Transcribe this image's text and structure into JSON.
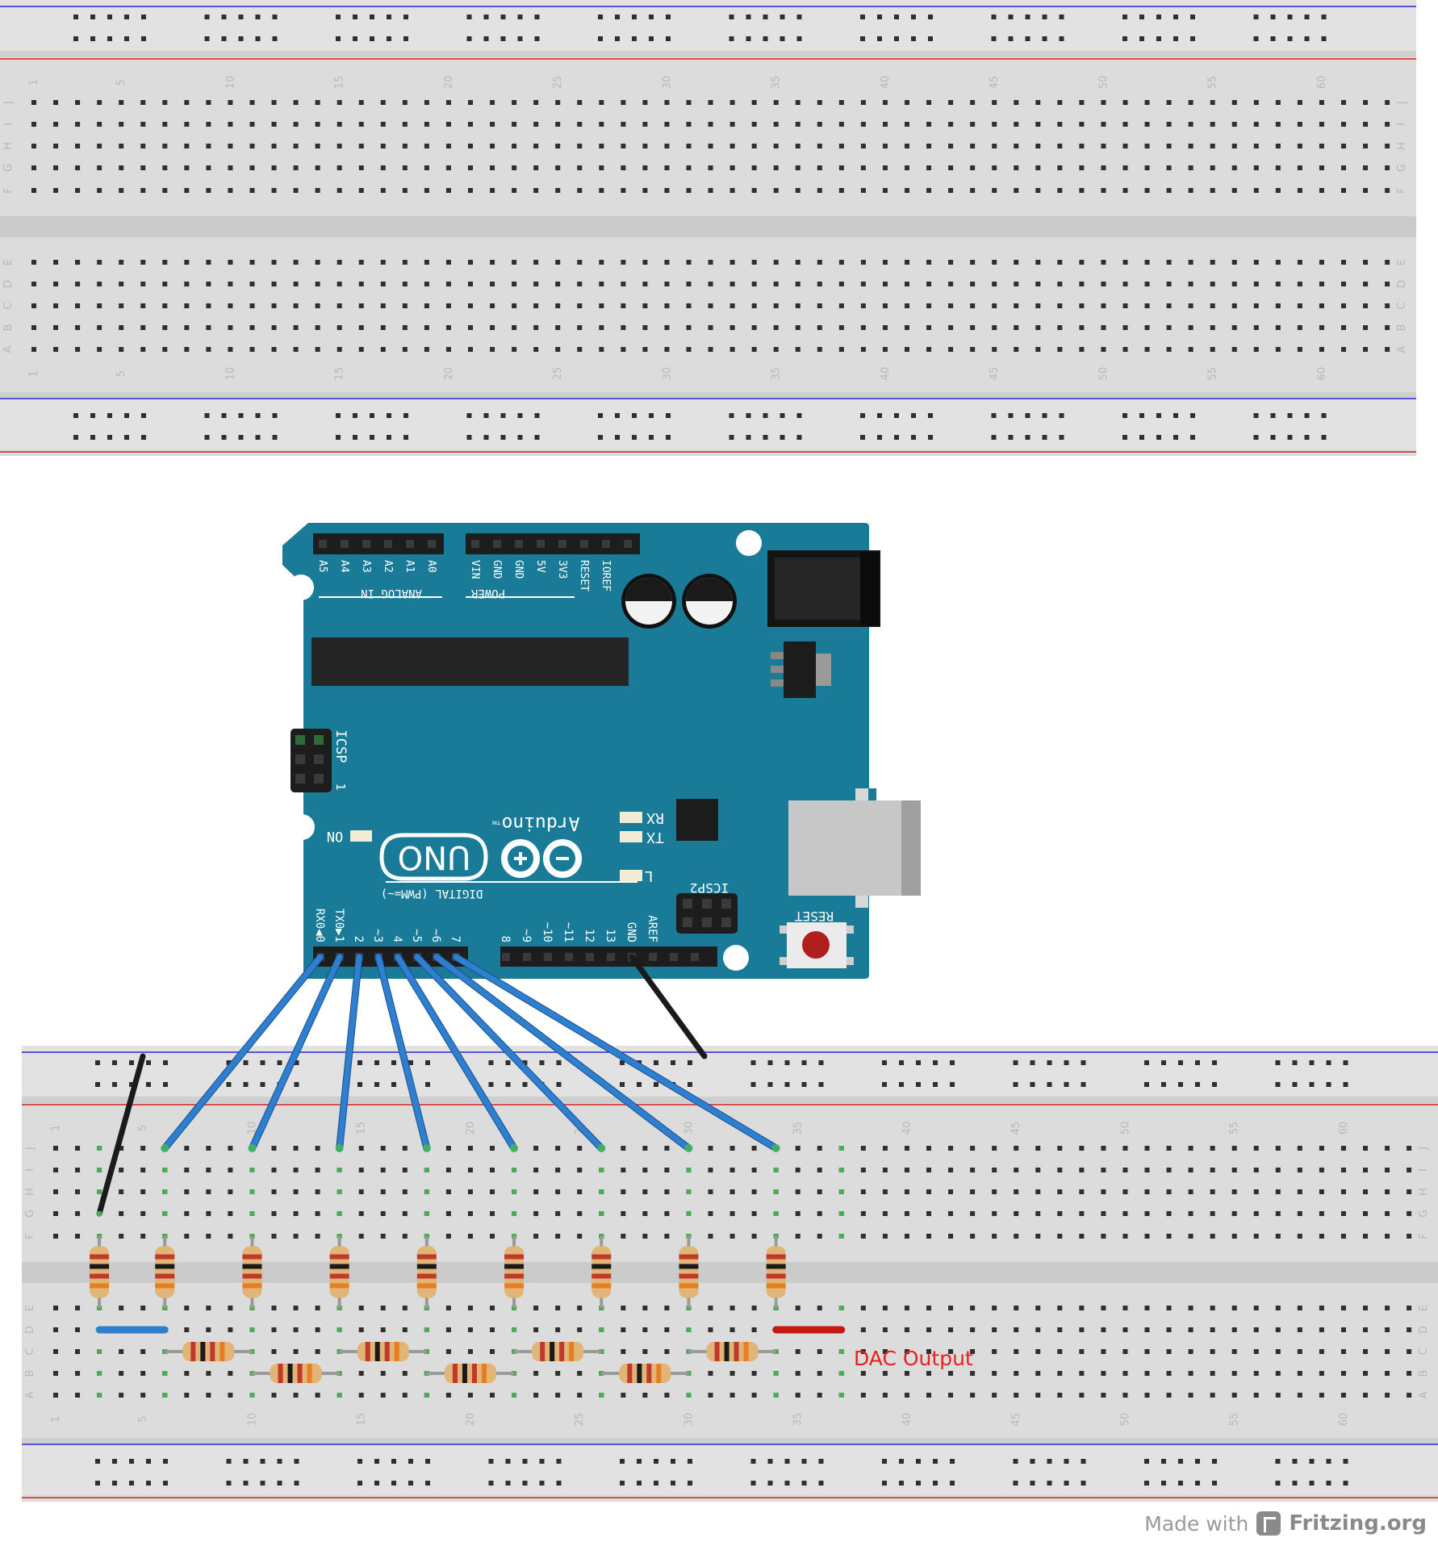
{
  "breadboards": {
    "column_labels": [
      "1",
      "5",
      "10",
      "15",
      "20",
      "25",
      "30",
      "35",
      "40",
      "45",
      "50",
      "55",
      "60"
    ],
    "row_labels_top": [
      "J",
      "I",
      "H",
      "G",
      "F"
    ],
    "row_labels_bottom": [
      "E",
      "D",
      "C",
      "B",
      "A"
    ]
  },
  "arduino": {
    "brand": "Arduino",
    "tm": "TM",
    "model": "UNO",
    "analog_header_label": "ANALOG IN",
    "analog_pins": [
      "A5",
      "A4",
      "A3",
      "A2",
      "A1",
      "A0"
    ],
    "power_header_label": "POWER",
    "power_pins": [
      "VIN",
      "GND",
      "GND",
      "5V",
      "3V3",
      "RESET",
      "IOREF"
    ],
    "digital_header_label": "DIGITAL (PWM=~)",
    "digital_pins_low": [
      "RX0◀0",
      "TX0▶1",
      "2",
      "~3",
      "4",
      "~5",
      "~6",
      "7"
    ],
    "digital_pins_high": [
      "8",
      "~9",
      "~10",
      "~11",
      "12",
      "13",
      "GND",
      "AREF"
    ],
    "icsp_label": "ICSP",
    "icsp2_label": "ICSP2",
    "icsp_pin1": "1",
    "led_rx": "RX",
    "led_tx": "TX",
    "led_l": "L",
    "led_on": "ON",
    "reset_label": "RESET"
  },
  "annotation": {
    "text": "DAC Output",
    "color": "#e8221b"
  },
  "footer": {
    "made_with": "Made with",
    "brand": "Fritzing.org"
  },
  "colors": {
    "board_teal": "#1a7b98",
    "wire_blue": "#2f7fd1",
    "wire_black": "#1a1a1a",
    "wire_red": "#c41a10",
    "rail_red": "#d12020",
    "rail_blue": "#2b2bd0"
  }
}
